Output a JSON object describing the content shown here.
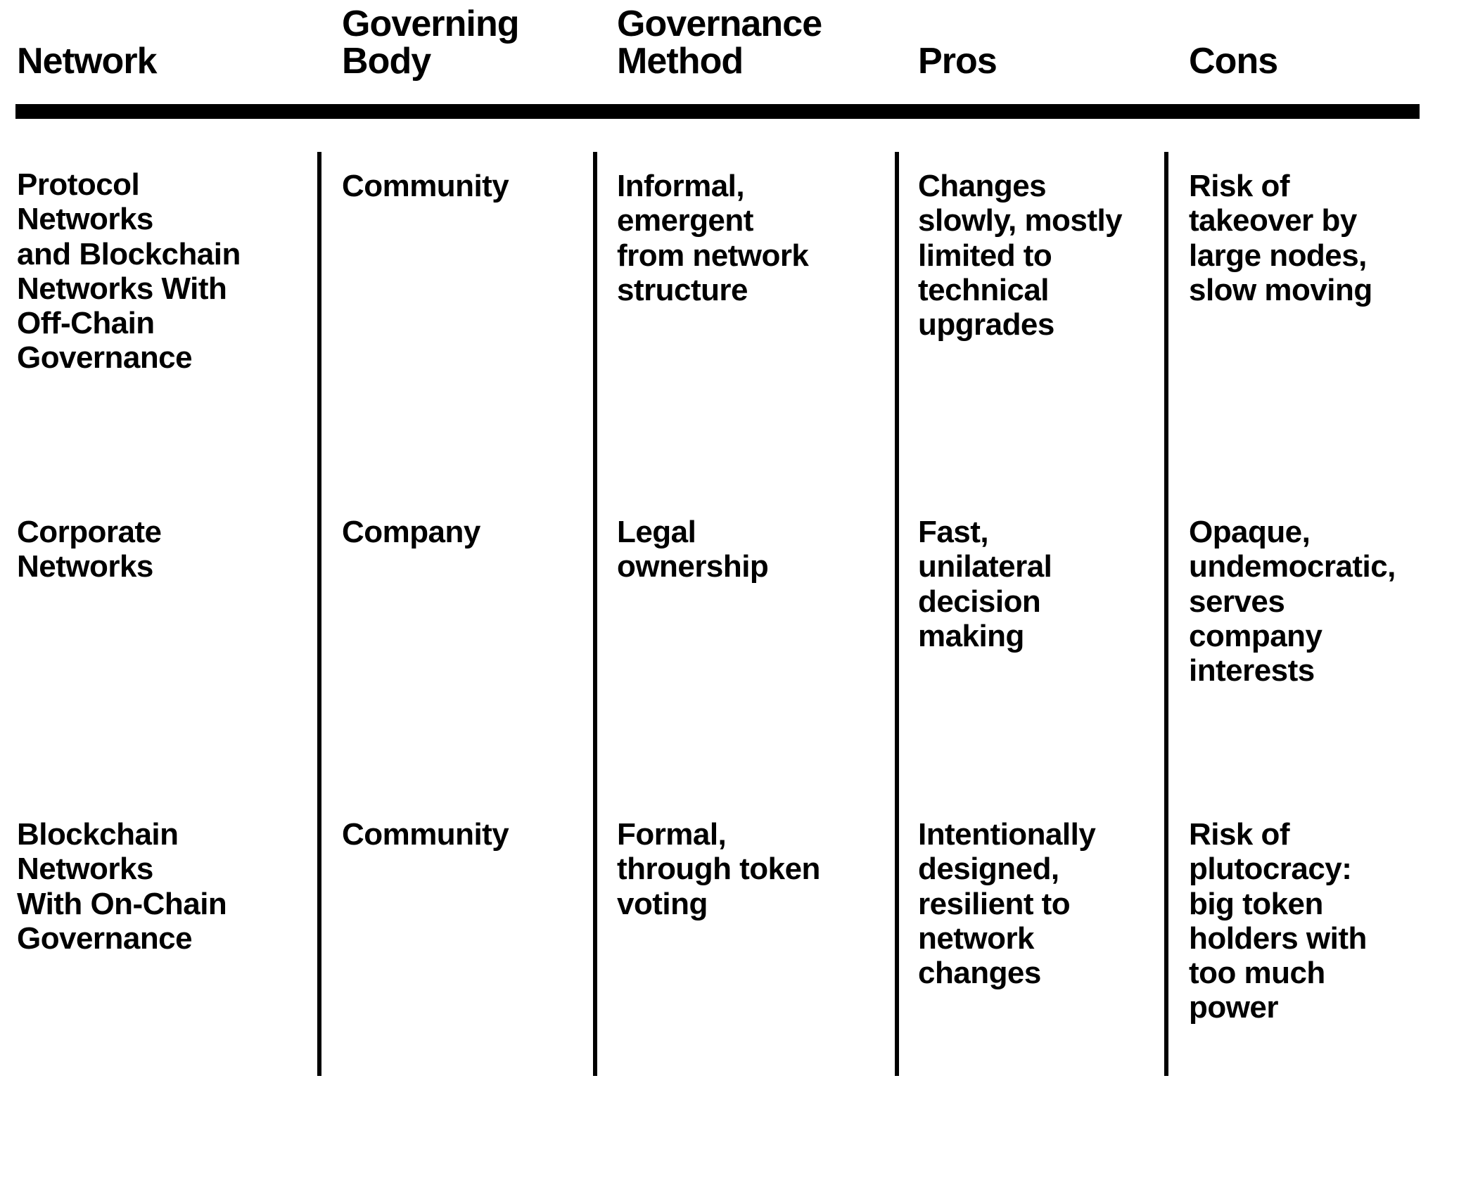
{
  "table": {
    "columns": [
      {
        "key": "network",
        "label": "Network"
      },
      {
        "key": "governing_body",
        "label": "Governing\nBody"
      },
      {
        "key": "governance_method",
        "label": "Governance\nMethod"
      },
      {
        "key": "pros",
        "label": "Pros"
      },
      {
        "key": "cons",
        "label": "Cons"
      }
    ],
    "rows": [
      {
        "network": "Protocol\nNetworks\nand Blockchain\nNetworks With\nOff-Chain\nGovernance",
        "governing_body": "Community",
        "governance_method": "Informal,\nemergent\nfrom network\nstructure",
        "pros": "Changes\nslowly, mostly\nlimited to\ntechnical\nupgrades",
        "cons": "Risk of\ntakeover by\nlarge nodes,\nslow moving"
      },
      {
        "network": "Corporate\nNetworks",
        "governing_body": "Company",
        "governance_method": "Legal\nownership",
        "pros": "Fast,\nunilateral\ndecision\nmaking",
        "cons": "Opaque,\nundemocratic,\nserves\ncompany\ninterests"
      },
      {
        "network": "Blockchain\nNetworks\nWith On-Chain\nGovernance",
        "governing_body": "Community",
        "governance_method": "Formal,\nthrough token\nvoting",
        "pros": "Intentionally\ndesigned,\nresilient to\nnetwork\nchanges",
        "cons": "Risk of\nplutocracy:\nbig token\nholders with\ntoo much\npower"
      }
    ]
  },
  "style": {
    "text_color": "#000000",
    "background_color": "#ffffff",
    "rule_color": "#000000"
  }
}
